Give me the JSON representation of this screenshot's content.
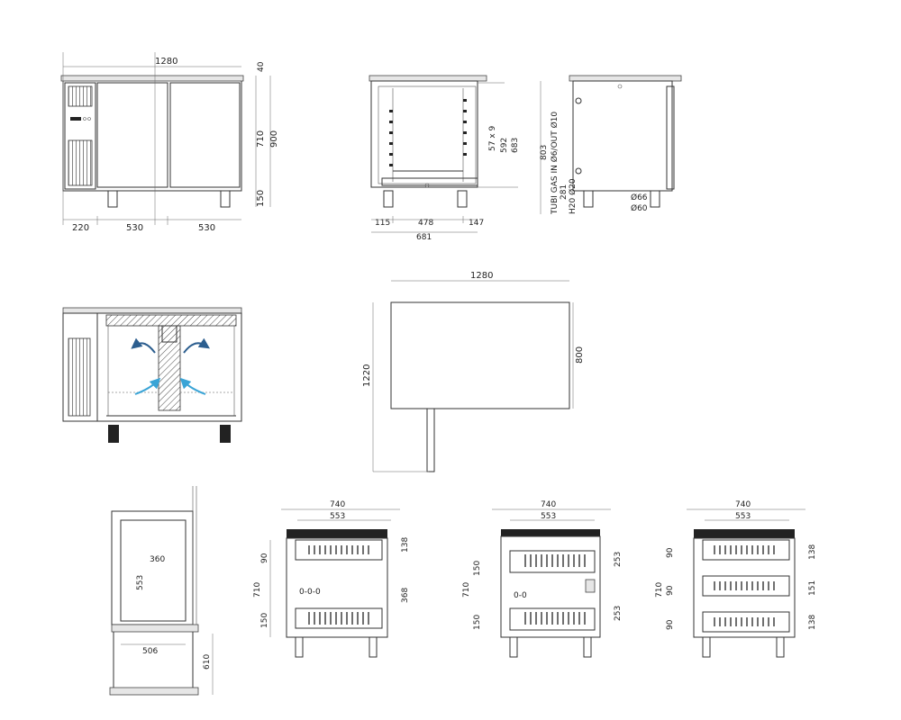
{
  "front_view": {
    "width": "1280",
    "top": "40",
    "body_height": "710",
    "total_height": "900",
    "legs": "150",
    "compressor": "220",
    "door_left": "530",
    "door_right": "530"
  },
  "side_section": {
    "shelves": "57 x 9",
    "inner_depth": "592",
    "outer_depth": "683",
    "front": "115",
    "middle": "478",
    "back": "147",
    "total": "681"
  },
  "rear_view": {
    "height": "803",
    "gas_pipes": "TUBI GAS IN Ø6/OUT Ø10",
    "gas_height": "281",
    "water": "H20 Ø20",
    "dia_large": "Ø66",
    "dia_small": "Ø60"
  },
  "plan_view": {
    "width": "1280",
    "depth": "800",
    "open_depth": "1220"
  },
  "drawer_detail": {
    "inner": "360",
    "depth": "553",
    "width": "506",
    "pull_out": "610"
  },
  "drawer_sections": [
    {
      "width": "740",
      "inner": "553",
      "side": [
        "90",
        "150"
      ],
      "total": "710",
      "right": [
        "138",
        "368"
      ]
    },
    {
      "width": "740",
      "inner": "553",
      "side": [
        "150",
        "150"
      ],
      "total": "710",
      "right": [
        "253",
        "253"
      ]
    },
    {
      "width": "740",
      "inner": "553",
      "side": [
        "90",
        "90",
        "90"
      ],
      "total": "710",
      "right": [
        "138",
        "151",
        "138"
      ]
    }
  ]
}
